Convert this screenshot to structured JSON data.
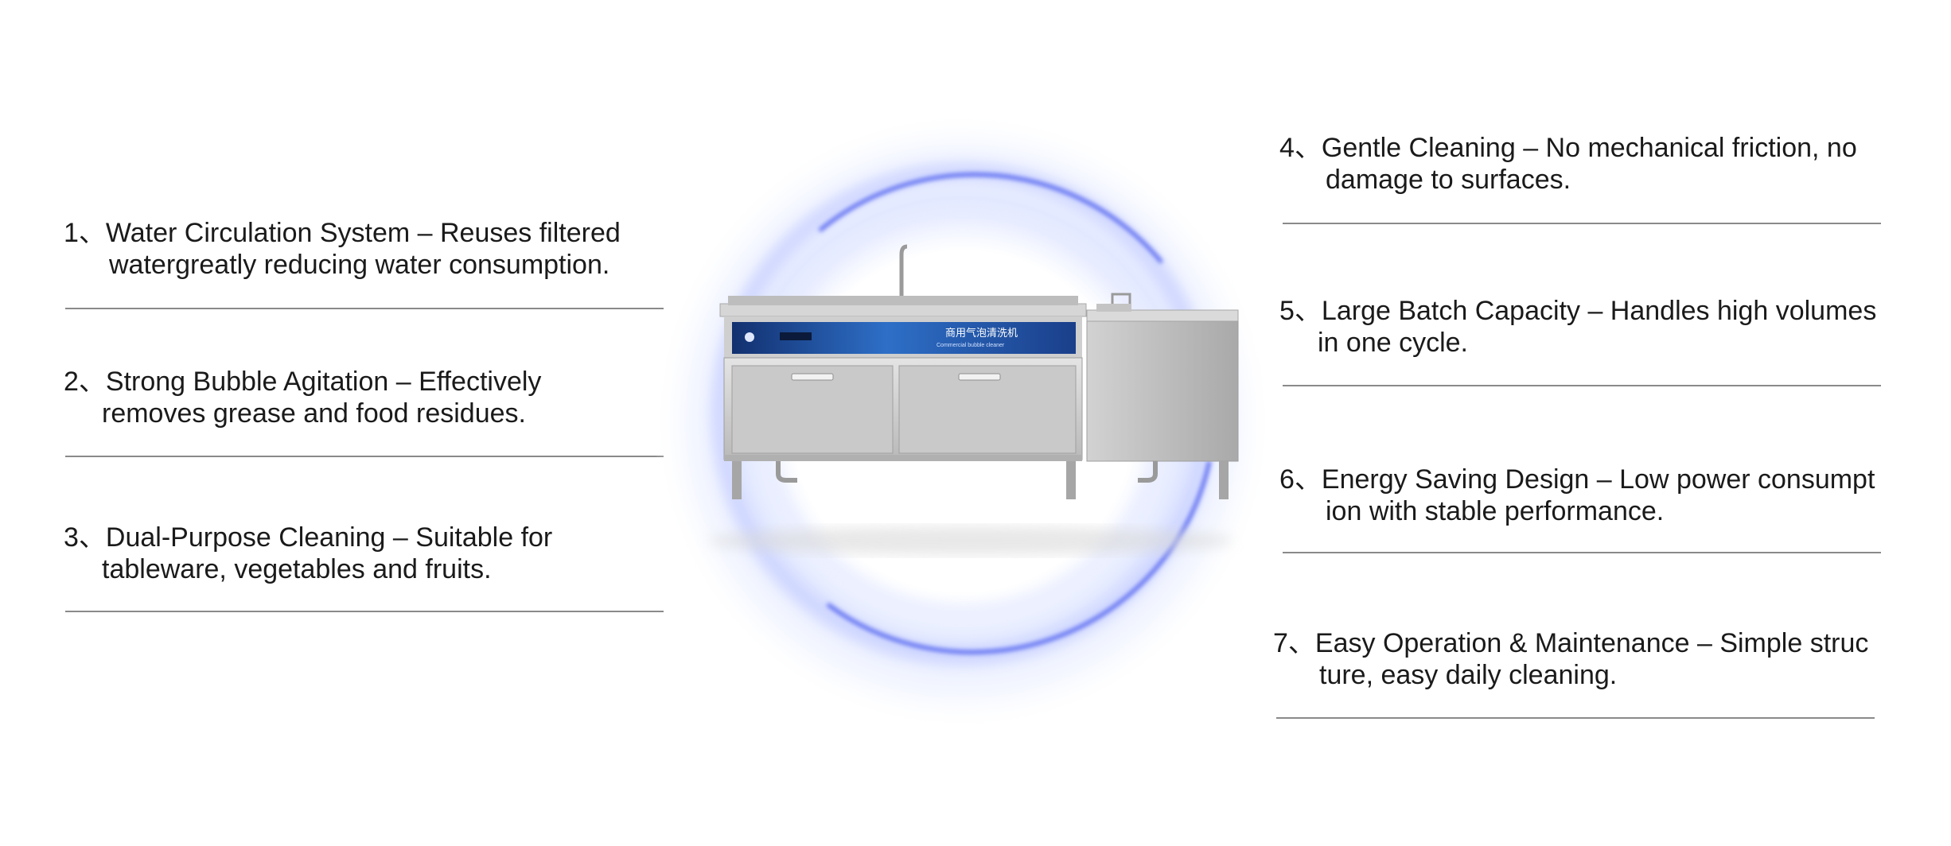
{
  "features": [
    {
      "number": "1、",
      "line1": "Water Circulation System – Reuses filtered",
      "line2": "watergreatly reducing water consumption."
    },
    {
      "number": "2、",
      "line1": "Strong Bubble Agitation – Effectively",
      "line2": "removes grease and food residues."
    },
    {
      "number": "3、",
      "line1": "Dual-Purpose Cleaning – Suitable for",
      "line2": "tableware, vegetables and fruits."
    },
    {
      "number": "4、",
      "line1": "Gentle Cleaning – No mechanical friction, no",
      "line2": "damage to surfaces."
    },
    {
      "number": "5、",
      "line1": "Large Batch Capacity – Handles high volumes",
      "line2": "in one cycle."
    },
    {
      "number": "6、",
      "line1": "Energy Saving Design – Low power consumpt",
      "line2": "ion with stable performance."
    },
    {
      "number": "7、",
      "line1": "Easy Operation & Maintenance – Simple struc",
      "line2": "ture, easy daily cleaning."
    }
  ],
  "machine": {
    "panel_title": "商用气泡清洗机",
    "panel_subtitle": "Commercial bubble cleaner"
  },
  "colors": {
    "ring": "#5b6cf0",
    "glow": "#c9d4ff",
    "panel": "#1f4fa8",
    "steel": "#c8c8c8",
    "divider": "#8a8a8a"
  }
}
